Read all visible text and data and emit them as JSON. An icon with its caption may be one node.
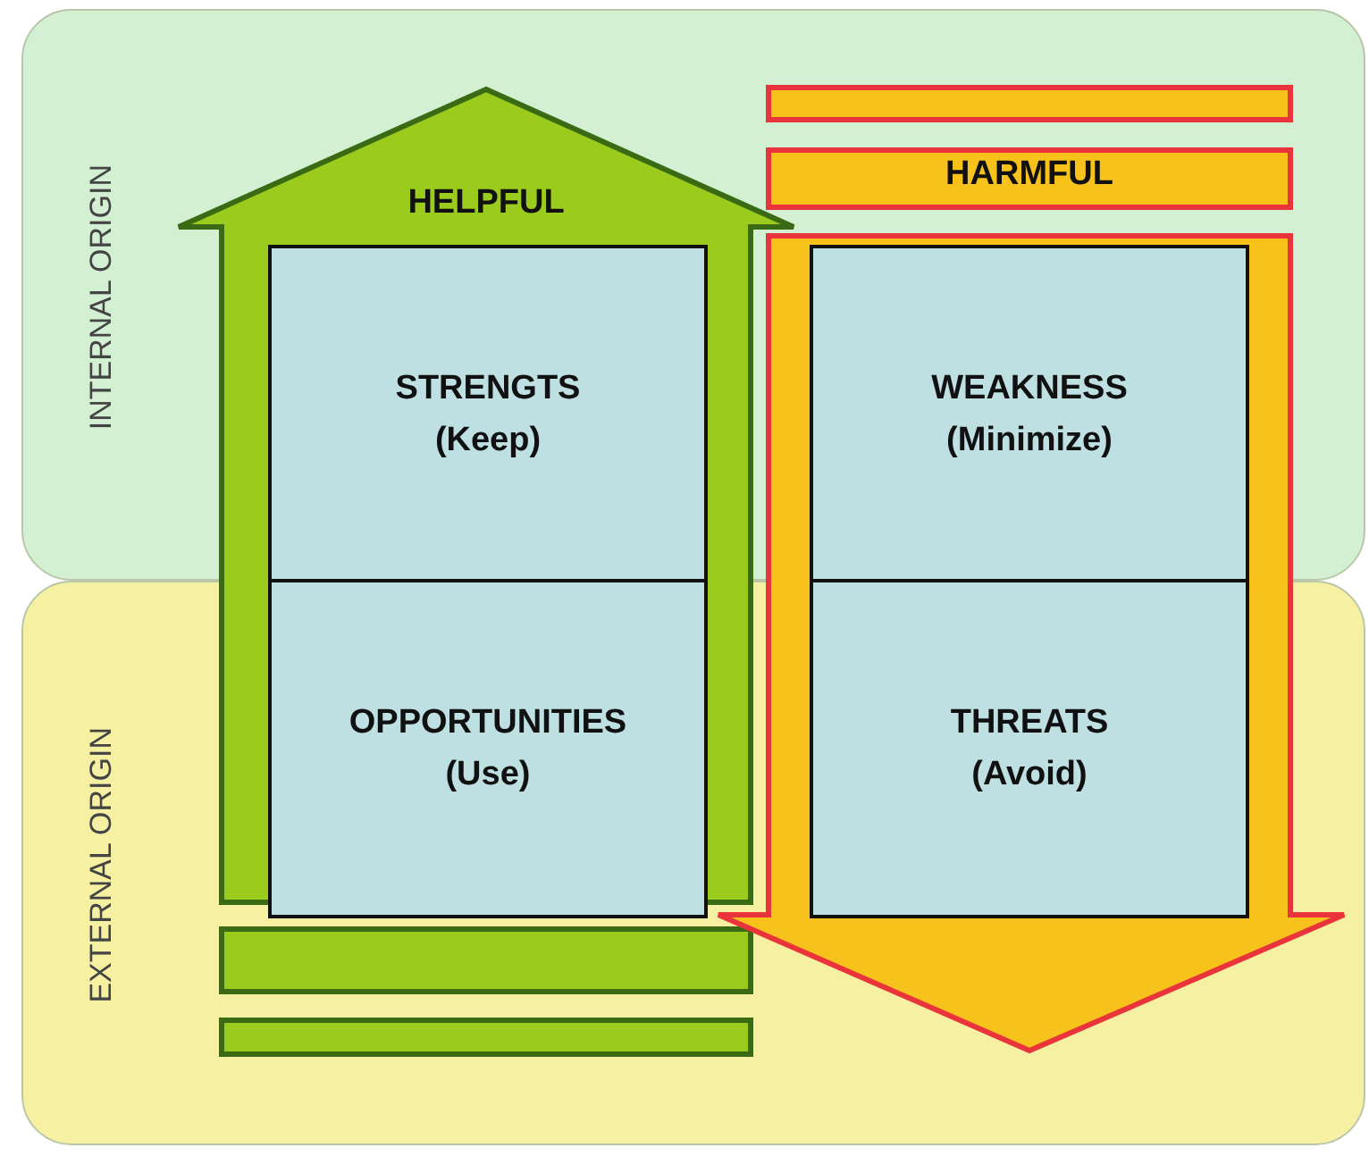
{
  "diagram": {
    "nodes": [
      {
        "text": [
          "INTERNAL ORIGIN"
        ]
      },
      {
        "text": [
          "EXTERNAL ORIGIN"
        ]
      },
      {
        "text": [
          "HELPFUL"
        ]
      },
      {
        "text": [
          "HARMFUL"
        ]
      },
      {
        "text": [
          "STRENGTS",
          "(Keep)"
        ]
      },
      {
        "text": [
          "WEAKNESS",
          "(Minimize)"
        ]
      },
      {
        "text": [
          "OPPORTUNITIES",
          "(Use)"
        ]
      },
      {
        "text": [
          "THREATS",
          "(Avoid)"
        ]
      }
    ],
    "edges": []
  }
}
